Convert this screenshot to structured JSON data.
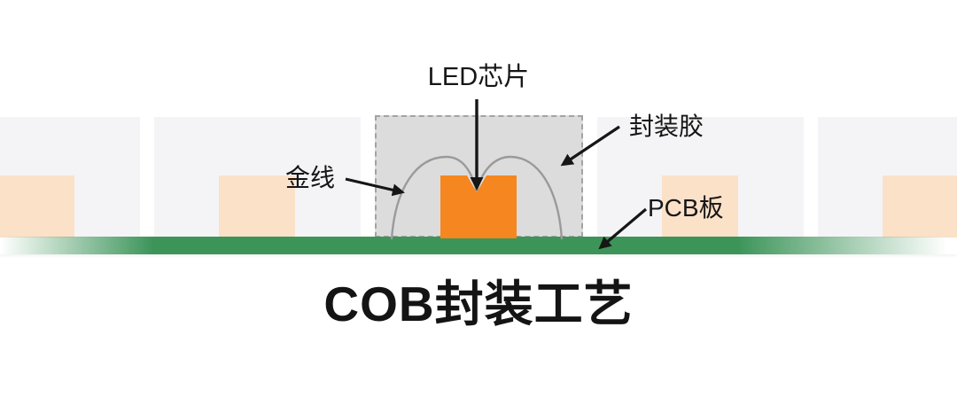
{
  "diagram": {
    "title": "COB封装工艺",
    "labels": {
      "led_chip": "LED芯片",
      "gold_wire": "金线",
      "encapsulant": "封装胶",
      "pcb": "PCB板"
    },
    "colors": {
      "chip_orange": "#f6861f",
      "chip_orange_faded": "#fbe1c8",
      "pcb_green": "#3c9459",
      "encapsulant_gray": "#dcdcdd",
      "encapsulant_gray_faded": "#f4f4f6",
      "wire_gray": "#9a9a9a",
      "arrow_black": "#161616"
    }
  }
}
